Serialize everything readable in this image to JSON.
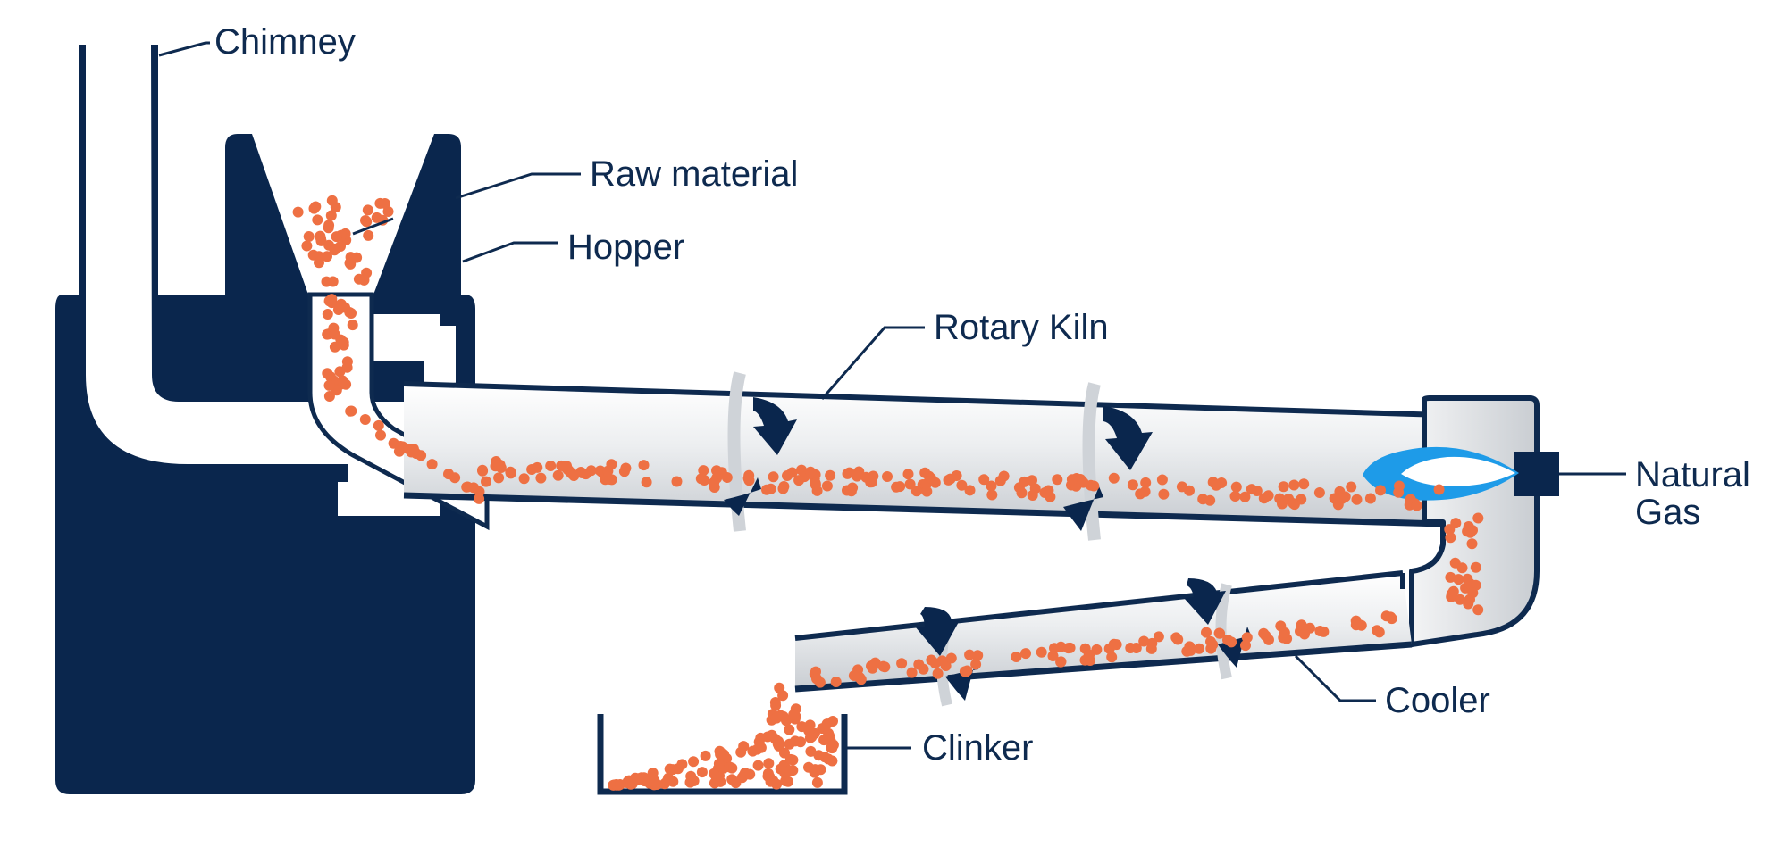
{
  "labels": {
    "chimney": "Chimney",
    "raw_material": "Raw material",
    "hopper": "Hopper",
    "rotary_kiln": "Rotary Kiln",
    "natural_gas_line1": "Natural",
    "natural_gas_line2": "Gas",
    "cooler": "Cooler",
    "clinker": "Clinker"
  },
  "colors": {
    "structure": "#0a264d",
    "pellets": "#ee7043",
    "flame": "#1e9be8",
    "tube": "#dcdfe3"
  }
}
